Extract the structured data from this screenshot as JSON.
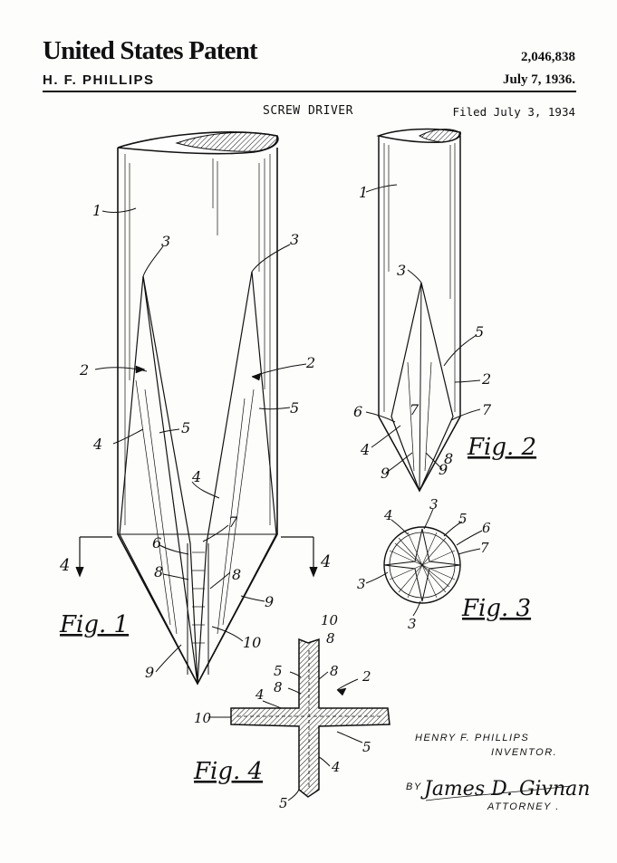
{
  "header": {
    "heading": "United States Patent",
    "patent_number": "2,046,838",
    "inventor": "H. F. PHILLIPS",
    "issue_date": "July 7, 1936."
  },
  "drawing": {
    "title": "SCREW DRIVER",
    "filed": "Filed July 3, 1934",
    "figures": {
      "fig1": "Fig. 1",
      "fig2": "Fig. 2",
      "fig3": "Fig. 3",
      "fig4": "Fig. 4"
    },
    "section_marks": [
      "4",
      "4"
    ],
    "reference_numerals": [
      "1",
      "2",
      "3",
      "4",
      "5",
      "6",
      "7",
      "8",
      "9",
      "10"
    ]
  },
  "signature_block": {
    "inventor_name": "HENRY F. PHILLIPS",
    "inventor_role": "INVENTOR.",
    "by": "BY",
    "attorney_signature": "James D. Givnan",
    "attorney_role": "ATTORNEY ."
  },
  "colors": {
    "ink": "#111111",
    "paper": "#fdfdfb"
  }
}
